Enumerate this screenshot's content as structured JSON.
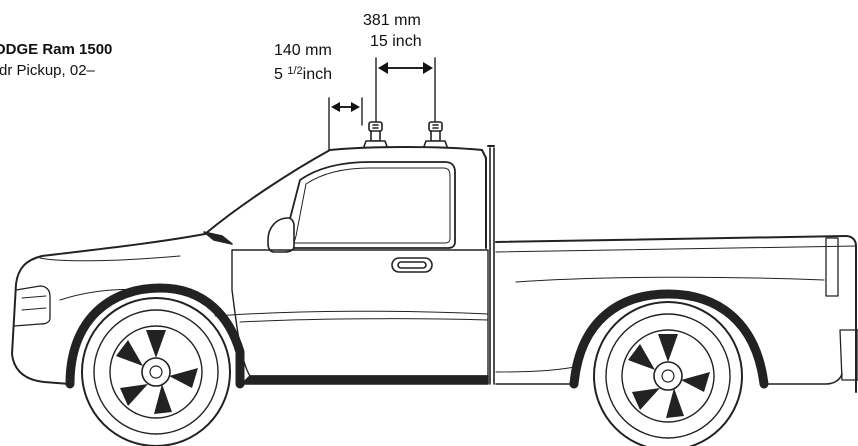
{
  "vehicle": {
    "title": "ODGE Ram 1500",
    "subtitle": "-dr Pickup, 02–"
  },
  "dimensions": {
    "spread": {
      "mm": "381 mm",
      "inch": "15 inch"
    },
    "front_offset": {
      "mm": "140 mm",
      "inch_whole": "5",
      "inch_frac": "1/2",
      "inch_unit": "inch"
    }
  }
}
